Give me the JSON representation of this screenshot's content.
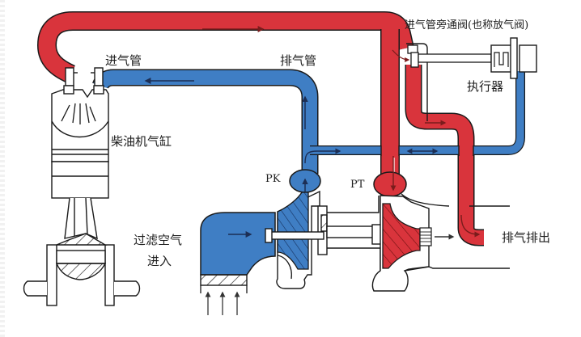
{
  "diagram": {
    "title": "废气涡轮增压系统示意图",
    "colors": {
      "intake_air": "#3f7ec4",
      "exhaust_gas": "#d9343c",
      "outline": "#1a1a1a",
      "arrow": "#1c2e55",
      "background": "#ffffff"
    },
    "labels": {
      "intake_pipe": "进气管",
      "exhaust_pipe": "排气管",
      "wastegate": "进气管旁通阀(也称放气阀)",
      "actuator": "执行器",
      "cylinder": "柴油机气缸",
      "pk": "PK",
      "pt": "PT",
      "filtered_air": "过滤空气",
      "filtered_air_line2": "进入",
      "exhaust_out": "排气排出"
    },
    "components": [
      {
        "id": "cylinder",
        "name": "柴油机气缸"
      },
      {
        "id": "compressor",
        "name": "PK"
      },
      {
        "id": "turbine",
        "name": "PT"
      },
      {
        "id": "wastegate",
        "name": "进气管旁通阀(也称放气阀)"
      },
      {
        "id": "actuator",
        "name": "执行器"
      },
      {
        "id": "air-filter",
        "name": "过滤空气进入"
      }
    ],
    "flows": [
      {
        "from": "air-filter",
        "to": "compressor",
        "medium": "intake_air"
      },
      {
        "from": "compressor",
        "to": "cylinder",
        "medium": "intake_air",
        "via": "进气管"
      },
      {
        "from": "compressor",
        "to": "actuator",
        "medium": "intake_air"
      },
      {
        "from": "cylinder",
        "to": "turbine",
        "medium": "exhaust_gas",
        "via": "排气管"
      },
      {
        "from": "cylinder",
        "to": "wastegate",
        "medium": "exhaust_gas"
      },
      {
        "from": "wastegate",
        "to": "exhaust_out",
        "medium": "exhaust_gas"
      },
      {
        "from": "turbine",
        "to": "exhaust_out",
        "medium": "exhaust_gas"
      }
    ]
  }
}
